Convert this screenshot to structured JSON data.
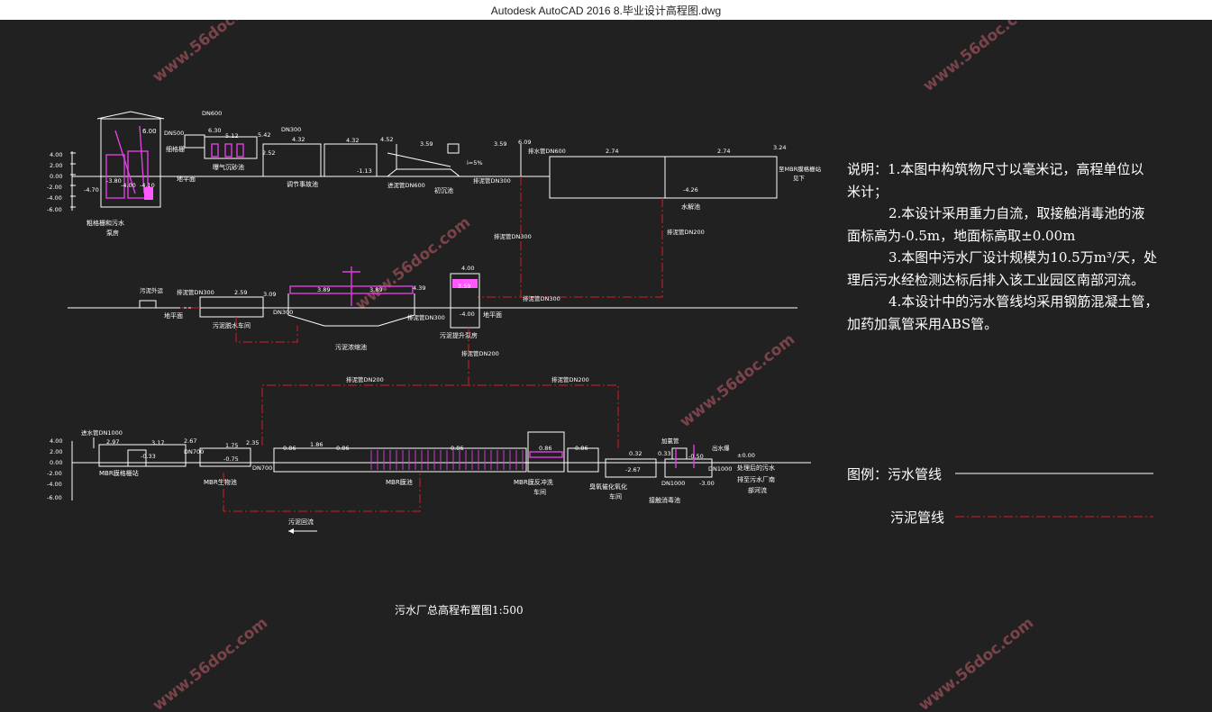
{
  "window": {
    "title": "Autodesk AutoCAD 2016    8.毕业设计高程图.dwg"
  },
  "colors": {
    "background": "#212121",
    "sewage_line": "#ffffff",
    "sludge_line": "#d42020",
    "equipment": "#e040e0",
    "water_fill": "#ff59ff"
  },
  "watermark": "www.56doc.com",
  "notes": {
    "line1": "说明：1.本图中构筑物尺寸以毫米记，高程单位以",
    "line2": "米计；",
    "line3": "2.本设计采用重力自流，取接触消毒池的液",
    "line4": "面标高为-0.5m，地面标高取±0.00m",
    "line5": "3.本图中污水厂设计规模为10.5万m³/天，处",
    "line6": "理后污水经检测达标后排入该工业园区南部河流。",
    "line7": "4.本设计中的污水管线均采用钢筋混凝土管，",
    "line8": "加药加氯管采用ABS管。"
  },
  "legend": {
    "prefix": "图例：",
    "sewage_label": "污水管线",
    "sludge_label": "污泥管线"
  },
  "drawing_title": "污水厂总高程布置图1:500",
  "scale_ticks": [
    "4.00",
    "2.00",
    "0.00",
    "-2.00",
    "-4.00",
    "-6.00"
  ],
  "row1_labels": {
    "dn600": "DN600",
    "dn500": "DN500",
    "dn300": "DN300",
    "fine_screen": "细格栅",
    "aerated_grit": "曝气沉砂池",
    "regulating_tank": "调节事故池",
    "inlet_dn600": "进泥管DN600",
    "primary_clarifier": "初沉池",
    "sludge_dn300": "排泥管DN300",
    "outlet_dn600": "排水管DN600",
    "hydrolysis_tank": "水解池",
    "to_mbr": "至MBR膜格栅站",
    "see_below": "见下",
    "ground": "地平面",
    "coarse_pump": "粗格栅和污水",
    "pump_room": "泵房",
    "slope": "i=5%",
    "e_600": "6.00",
    "e_630": "6.30",
    "e_512": "5.12",
    "e_542": "5.42",
    "e_432a": "4.32",
    "e_432b": "4.32",
    "e_452": "4.52",
    "e_359a": "3.59",
    "e_359b": "3.59",
    "e_609": "6.09",
    "e_274a": "2.74",
    "e_274b": "2.74",
    "e_324": "3.24",
    "e_n380": "-3.80",
    "e_n470": "-4.70",
    "e_n400": "-4.00",
    "e_n410": "-4.10",
    "e_n113": "-1.13",
    "e_n426": "-4.26",
    "e_252": "2.52"
  },
  "row2_labels": {
    "sludge_out": "污泥外运",
    "sludge_dn300_a": "排泥管DN300",
    "ground": "地平面",
    "dewater_room": "污泥脱水车间",
    "dn300_short": "DN300",
    "thickener": "污泥浓缩池",
    "sludge_dn300_b": "排泥管DN300",
    "lift_pump": "污泥提升泵房",
    "ground_right": "地平面",
    "sludge_dn300_c": "排泥管DN300",
    "sludge_dn300_d": "排泥管DN300",
    "sludge_dn200_a": "排泥管DN200",
    "sludge_dn200_b": "排泥管DN200",
    "e_259": "2.59",
    "e_309": "3.09",
    "e_389a": "3.89",
    "e_389b": "3.89",
    "e_439": "4.39",
    "e_400": "4.00",
    "e_n400": "-4.00",
    "e_359": "3.59"
  },
  "row3_labels": {
    "inlet_dn1000": "进水管DN1000",
    "mbr_screen": "MBR膜格栅站",
    "dn700a": "DN700",
    "dn700b": "DN700",
    "mbr_bio": "MBR生物池",
    "mbr_tank": "MBR膜池",
    "mbr_backwash": "MBR膜反冲洗",
    "workshop": "车间",
    "ozone": "臭氧催化氧化",
    "ozone_room": "车间",
    "dn1000a": "DN1000",
    "dn1000b": "DN1000",
    "disinfection": "接触消毒池",
    "chlorine": "加氯管",
    "outlet_well": "出水爆",
    "treated": "处理后的污水",
    "discharge": "排至污水厂南",
    "river": "部河流",
    "return_sludge": "污泥回流",
    "sludge_dn200_a": "排泥管DN200",
    "sludge_dn200_b": "排泥管DN200",
    "e_297": "2.97",
    "e_317": "3.17",
    "e_n033": "-0.33",
    "e_267": "2.67",
    "e_175a": "1.75",
    "e_n075": "-0.75",
    "e_235": "2.35",
    "e_086a": "0.86",
    "e_186": "1.86",
    "e_086b": "0.86",
    "e_086c": "0.86",
    "e_086d": "0.86",
    "e_086e": "0.86",
    "e_032": "0.32",
    "e_n267": "-2.67",
    "e_033": "0.33",
    "e_n050": "-0.50",
    "e_000": "±0.00",
    "e_n300": "-3.00"
  }
}
